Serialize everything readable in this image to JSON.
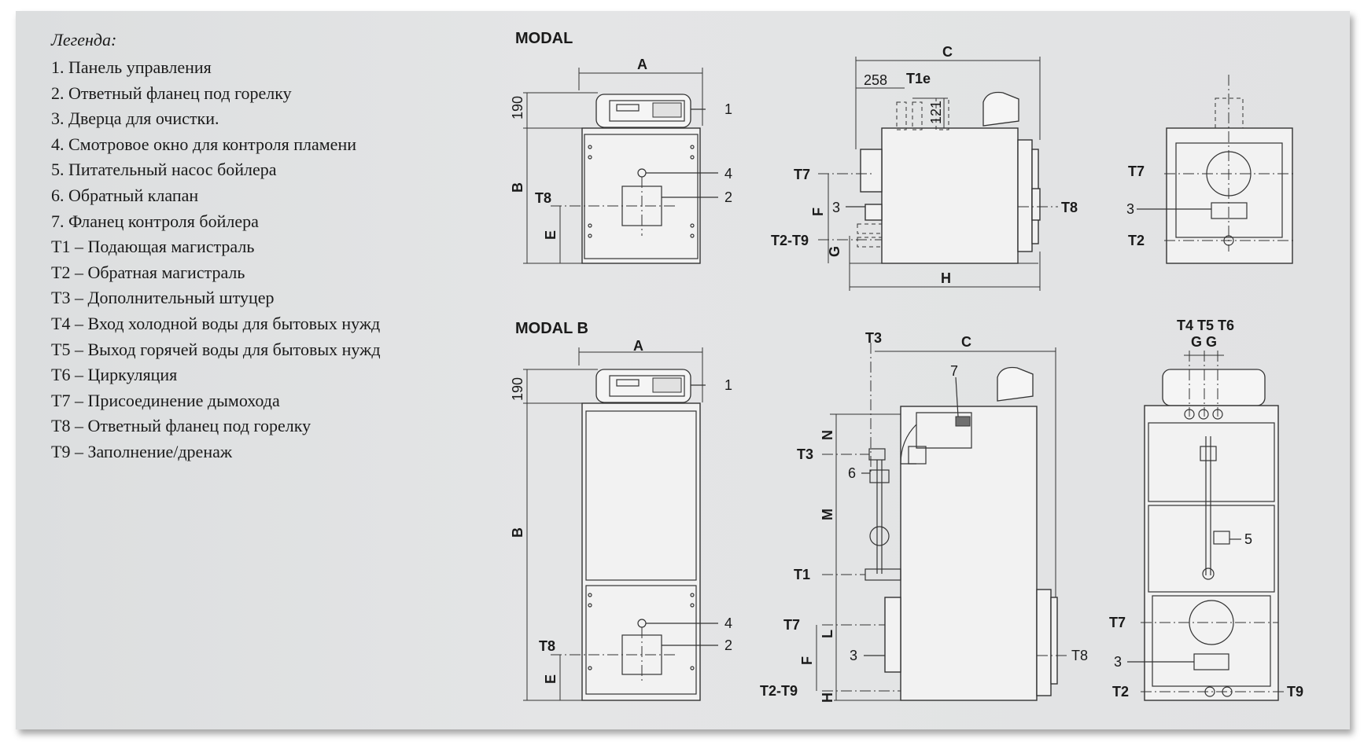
{
  "legend": {
    "title": "Легенда:",
    "items": [
      "1. Панель управления",
      "2. Ответный фланец под горелку",
      "3. Дверца для очистки.",
      "4. Смотровое окно для контроля пламени",
      "5. Питательный насос бойлера",
      "6. Обратный клапан",
      "7. Фланец контроля бойлера",
      "T1 – Подающая магистраль",
      "T2 – Обратная магистраль",
      "T3 – Дополнительный штуцер",
      "T4 – Вход холодной воды для бытовых нужд",
      "T5 – Выход горячей воды для бытовых нужд",
      "T6 – Циркуляция",
      "T7 – Присоединение дымохода",
      "T8 – Ответный фланец под горелку",
      "T9 – Заполнение/дренаж"
    ]
  },
  "modal": {
    "title": "MODAL",
    "labels": {
      "A": "A",
      "B": "B",
      "C": "C",
      "E": "E",
      "F": "F",
      "G": "G",
      "H": "H",
      "d190": "190",
      "d258": "258",
      "d121": "121",
      "T1e": "T1e",
      "T7": "T7",
      "T8": "T8",
      "T2T9": "T2-T9",
      "T2": "T2",
      "n1": "1",
      "n2": "2",
      "n3": "3",
      "n4": "4"
    }
  },
  "modalb": {
    "title": "MODAL B",
    "labels": {
      "A": "A",
      "B": "B",
      "C": "C",
      "E": "E",
      "F": "F",
      "H": "H",
      "L": "L",
      "M": "M",
      "N": "N",
      "G": "G",
      "d190": "190",
      "T1": "T1",
      "T2": "T2",
      "T3": "T3",
      "T7": "T7",
      "T8": "T8",
      "T9": "T9",
      "T2T9": "T2-T9",
      "T456": "T4 T5 T6",
      "n1": "1",
      "n2": "2",
      "n3": "3",
      "n4": "4",
      "n5": "5",
      "n6": "6",
      "n7": "7"
    }
  }
}
